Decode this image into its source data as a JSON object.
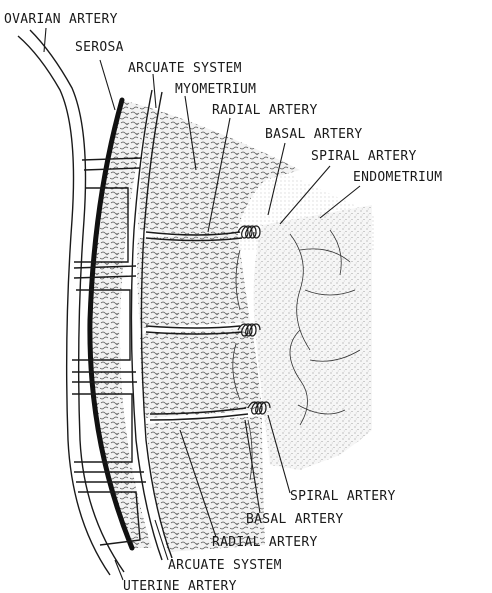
{
  "labels": {
    "ovarian_artery": "OVARIAN ARTERY",
    "serosa": "SEROSA",
    "arcuate_system_top": "ARCUATE SYSTEM",
    "myometrium": "MYOMETRIUM",
    "radial_artery_top": "RADIAL ARTERY",
    "basal_artery_top": "BASAL ARTERY",
    "spiral_artery_top": "SPIRAL ARTERY",
    "endometrium": "ENDOMETRIUM",
    "spiral_artery_bottom": "SPIRAL ARTERY",
    "basal_artery_bottom": "BASAL ARTERY",
    "radial_artery_bottom": "RADIAL ARTERY",
    "arcuate_system_bottom": "ARCUATE SYSTEM",
    "uterine_artery": "UTERINE ARTERY"
  },
  "colors": {
    "ink": "#1a1a1a",
    "background": "#ffffff",
    "myometrium_fill": "#d9d9d9",
    "endometrium_fill": "#efefef"
  }
}
